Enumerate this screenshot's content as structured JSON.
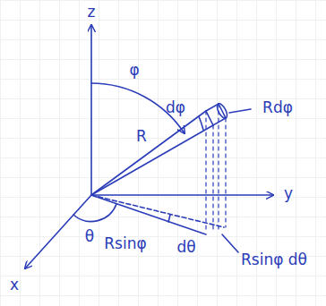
{
  "diagram": {
    "labels": [
      "z",
      "y",
      "x",
      "φ",
      "R",
      "dφ",
      "Rdφ",
      "θ",
      "dθ",
      "Rsinφ",
      "Rsinφ dθ"
    ]
  }
}
